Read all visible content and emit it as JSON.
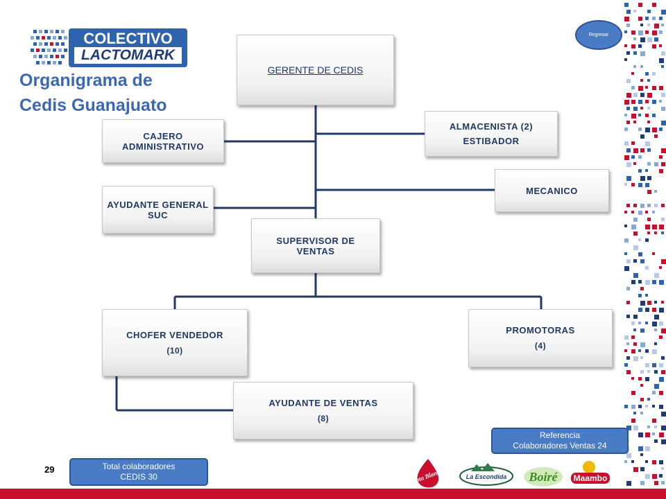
{
  "logo": {
    "line1": "COLECTIVO",
    "line2": "LACTOMARK"
  },
  "title": {
    "line1": "Organigrama de",
    "line2": "Cedis Guanajuato"
  },
  "back_button": "Regresar",
  "nodes": {
    "gerente": "GERENTE DE CEDIS",
    "cajero": {
      "line1": "CAJERO",
      "line2": "ADMINISTRATIVO"
    },
    "almacenista": {
      "line1": "ALMACENISTA (2)",
      "line2": "ESTIBADOR"
    },
    "mecanico": "MECANICO",
    "ayudante_general": {
      "line1": "AYUDANTE GENERAL",
      "line2": "SUC"
    },
    "supervisor": {
      "line1": "SUPERVISOR DE",
      "line2": "VENTAS"
    },
    "chofer": {
      "line1": "CHOFER VENDEDOR",
      "line2": "(10)"
    },
    "promotoras": {
      "line1": "PROMOTORAS",
      "line2": "(4)"
    },
    "ayudante_ventas": {
      "line1": "AYUDANTE DE VENTAS",
      "line2": "(8)"
    }
  },
  "reference": {
    "line1": "Referencia",
    "line2": "Colaboradores Ventas 24"
  },
  "total": {
    "line1": "Total  colaboradores",
    "line2": "CEDIS 30"
  },
  "page_number": "29",
  "brands": [
    "Gota Blanca",
    "La Escondida",
    "Boiré",
    "Maambo"
  ],
  "colors": {
    "accent_blue": "#3b68b3",
    "button_blue": "#4a7bc5",
    "brand_red": "#c8102e",
    "line_navy": "#1f3864"
  }
}
